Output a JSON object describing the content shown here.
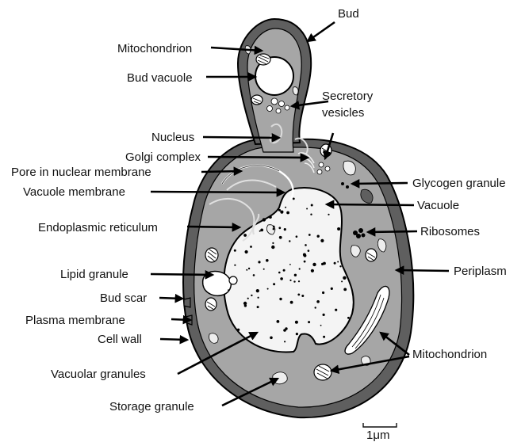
{
  "labels": {
    "bud": "Bud",
    "mitochondrion_top": "Mitochondrion",
    "bud_vacuole": "Bud vacuole",
    "secretory_vesicles_line1": "Secretory",
    "secretory_vesicles_line2": "vesicles",
    "nucleus": "Nucleus",
    "golgi_complex": "Golgi complex",
    "pore_nuclear_membrane": "Pore in nuclear membrane",
    "glycogen_granule": "Glycogen granule",
    "vacuole_membrane": "Vacuole membrane",
    "vacuole": "Vacuole",
    "endoplasmic_reticulum": "Endoplasmic reticulum",
    "ribosomes": "Ribosomes",
    "lipid_granule": "Lipid granule",
    "periplasm": "Periplasm",
    "bud_scar": "Bud scar",
    "plasma_membrane": "Plasma membrane",
    "cell_wall": "Cell wall",
    "mitochondrion_bottom": "Mitochondrion",
    "vacuolar_granules": "Vacuolar granules",
    "storage_granule": "Storage granule"
  },
  "scale_bar": {
    "label": "1μm"
  },
  "colors": {
    "cell_wall": "#5f5f5f",
    "cytoplasm": "#a6a6a6",
    "vacuole": "#f4f4f4",
    "ink": "#000000",
    "organelle_fill": "#ffffff"
  }
}
